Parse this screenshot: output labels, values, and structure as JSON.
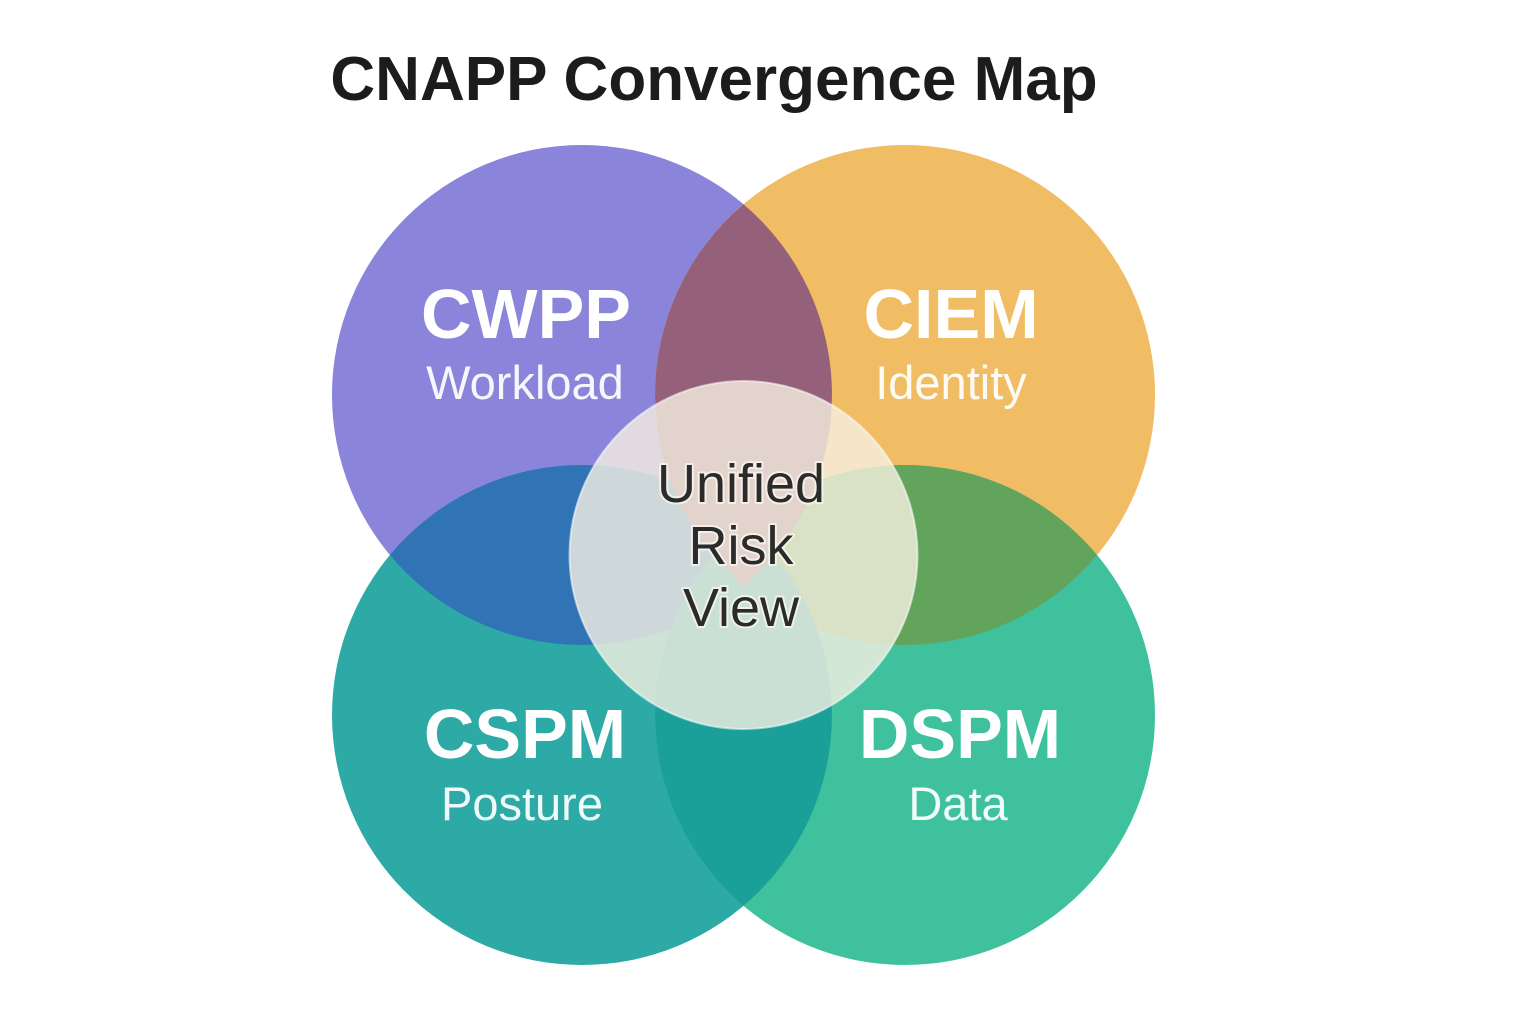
{
  "title": "CNAPP Convergence Map",
  "diagram": {
    "circles": [
      {
        "acronym": "CWPP",
        "label": "Workload",
        "color": "#8a85da"
      },
      {
        "acronym": "CIEM",
        "label": "Identity",
        "color": "#f1bd64"
      },
      {
        "acronym": "CSPM",
        "label": "Posture",
        "color": "#2daaa5"
      },
      {
        "acronym": "DSPM",
        "label": "Data",
        "color": "#40c19e"
      }
    ],
    "overlaps": {
      "cwpp_ciem": "#95607a",
      "cwpp_cspm": "#3174b6",
      "ciem_dspm": "#63a45c",
      "cspm_dspm": "#1ba099"
    },
    "center": {
      "fill": "#f6f0e2",
      "lines": [
        "Unified",
        "Risk",
        "View"
      ]
    }
  }
}
